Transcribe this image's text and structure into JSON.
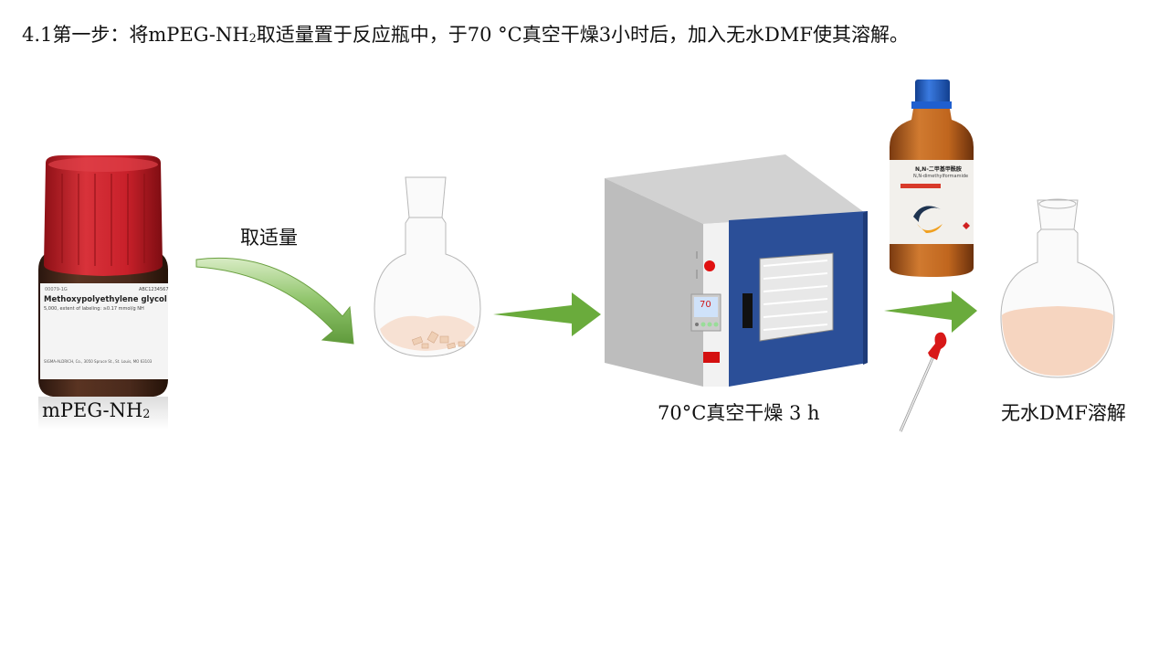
{
  "title": {
    "prefix": "4.1第一步：将mPEG-NH",
    "sub": "2",
    "suffix": "取适量置于反应瓶中，于70 °C真空干燥3小时后，加入无水DMF使其溶解。"
  },
  "reagent_bottle": {
    "label_code": "00079-1G",
    "label_lot": "ABC1234567",
    "label_name": "Methoxypolyethylene glycol a",
    "label_detail": "5,000, extent of labeling: ≥0.17 mmol/g NH",
    "label_maker": "SIGMA-ALDRICH, Co., 3050 Spruce St., St. Louis, MO 63103",
    "caption_prefix": "mPEG-NH",
    "caption_sub": "2",
    "cap_color": "#c8202a",
    "glass_color": "#4a2a1c"
  },
  "step1": {
    "arrow_label": "取适量",
    "arrow_color": "#8fc46a"
  },
  "oven": {
    "display_value": "70",
    "caption": "70°C真空干燥 3 h",
    "door_color": "#2f54a0",
    "body_color": "#c8c8c8"
  },
  "dmf_bottle": {
    "label_cn": "N,N-二甲基甲酰胺",
    "label_en": "N,N-dimethylformamide",
    "cap_color": "#1f5fcf",
    "glass_color": "#c0661e"
  },
  "final_flask": {
    "caption": "无水DMF溶解",
    "solution_color": "#f6d5c0"
  },
  "flow_arrow_color": "#6aab3c"
}
